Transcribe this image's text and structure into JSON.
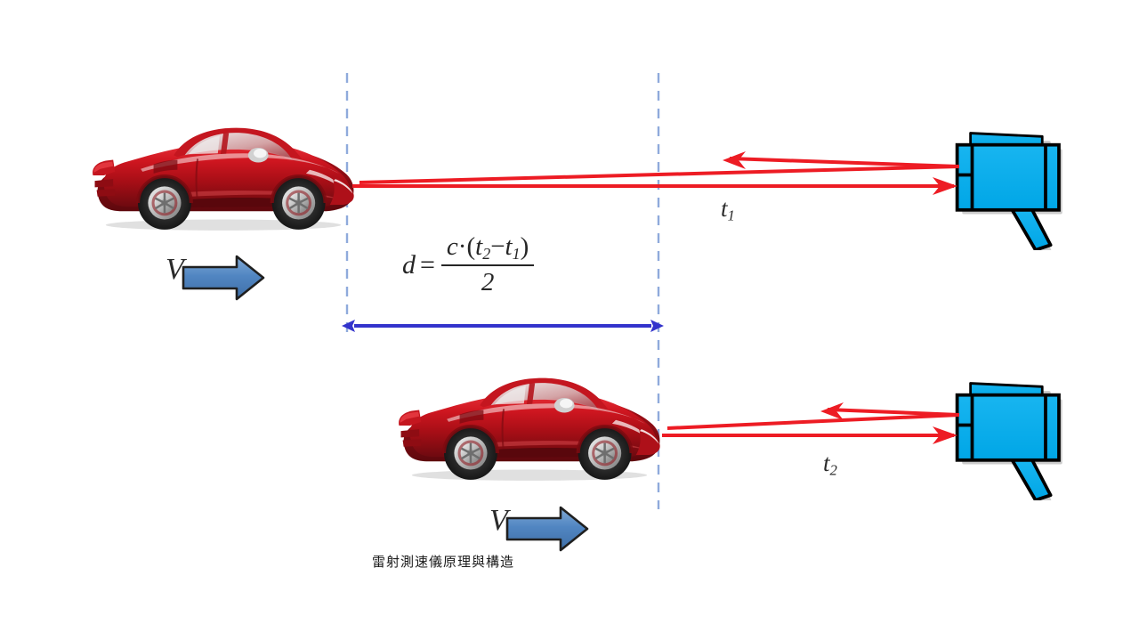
{
  "diagram": {
    "caption": "雷射測速儀原理與構造",
    "background_color": "#ffffff",
    "colors": {
      "laser_beam": "#ED1C24",
      "gun_body": "#00AEEF",
      "gun_outline": "#000000",
      "car_red": "#C1121C",
      "dashed_guide": "#8FAADC",
      "dimension_arrow": "#3333CC",
      "velocity_arrow_fill": "#5B8FC9",
      "velocity_arrow_outline": "#1F1F1F",
      "text": "#262626"
    },
    "formula": {
      "lhs": "d",
      "equals": "=",
      "numerator_c": "c",
      "numerator_dot": "·",
      "numerator_open": "(",
      "numerator_t2": "t",
      "numerator_t2_sub": "2",
      "numerator_minus": "−",
      "numerator_t1": "t",
      "numerator_t1_sub": "1",
      "numerator_close": ")",
      "denominator": "2",
      "plain": "d = c·(t2 − t1) / 2"
    },
    "scenes": [
      {
        "id": "scene-top",
        "name": "first-measurement",
        "time_label": "t",
        "time_label_sub": "1",
        "velocity_label": "V",
        "car_name": "red-sports-car",
        "gun_name": "laser-speed-gun"
      },
      {
        "id": "scene-bottom",
        "name": "second-measurement",
        "time_label": "t",
        "time_label_sub": "2",
        "velocity_label": "V",
        "car_name": "red-sports-car",
        "gun_name": "laser-speed-gun"
      }
    ],
    "guides": {
      "left_line_name": "dashed-guide-left",
      "right_line_name": "dashed-guide-right",
      "distance_arrow_name": "distance-dimension-arrow"
    }
  }
}
